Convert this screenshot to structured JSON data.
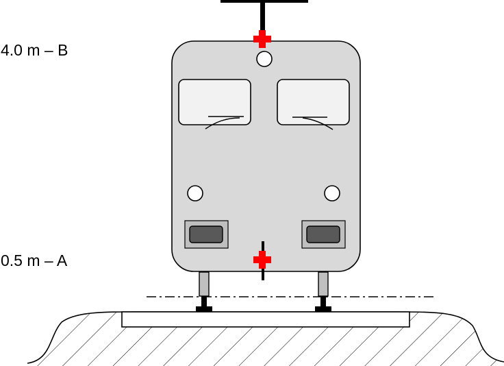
{
  "labels": {
    "upper": "4.0 m – B",
    "lower": "0.5 m – A"
  },
  "markers": [
    {
      "id": "B",
      "color": "#ff0000"
    },
    {
      "id": "A",
      "color": "#ff0000"
    }
  ],
  "colors": {
    "train_body": "#d9d9d9",
    "outline": "#000000",
    "window": "#f2f2f2",
    "headlight": "#595959",
    "headlight_frame": "#bfbfbf",
    "background": "#ffffff",
    "marker": "#ff0000"
  }
}
